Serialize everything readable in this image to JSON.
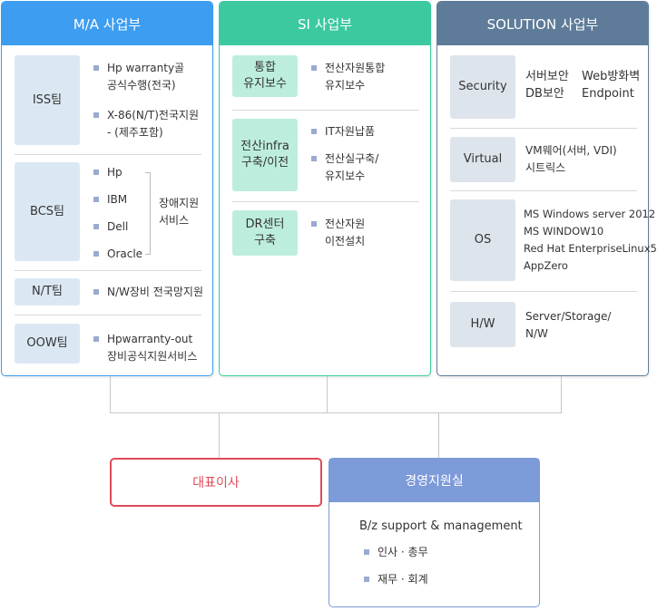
{
  "ma": {
    "title": "M/A 사업부",
    "teams": {
      "iss": {
        "label": "ISS팀",
        "items": [
          [
            "Hp warranty골",
            "공식수행(전국)"
          ],
          [
            "X-86(N/T)전국지원",
            "- (제주포함)"
          ]
        ]
      },
      "bcs": {
        "label": "BCS팀",
        "items": [
          "Hp",
          "IBM",
          "Dell",
          "Oracle"
        ],
        "group_label": [
          "장애지원",
          "서비스"
        ]
      },
      "nt": {
        "label": "N/T팀",
        "items": [
          "N/W장비 전국망지원"
        ]
      },
      "oow": {
        "label": "OOW팀",
        "items": [
          [
            "Hpwarranty-out",
            "장비공식지원서비스"
          ]
        ]
      }
    }
  },
  "si": {
    "title": "SI 사업부",
    "groups": [
      {
        "label": [
          "통합",
          "유지보수"
        ],
        "items": [
          [
            "전산자원통합",
            "유지보수"
          ]
        ]
      },
      {
        "label": [
          "전산infra",
          "구축/이전"
        ],
        "items": [
          [
            "IT자원납품"
          ],
          [
            "전산실구축/",
            "유지보수"
          ]
        ]
      },
      {
        "label": [
          "DR센터",
          "구축"
        ],
        "items": [
          [
            "전산자원",
            "이전설치"
          ]
        ]
      }
    ]
  },
  "solution": {
    "title": "SOLUTION 사업부",
    "groups": [
      {
        "label": "Security",
        "col1": [
          "서버보안",
          "DB보안"
        ],
        "col2": [
          "Web방화벽",
          "Endpoint"
        ]
      },
      {
        "label": "Virtual",
        "lines": [
          "VM웨어(서버, VDI)",
          "시트릭스"
        ]
      },
      {
        "label": "OS",
        "lines": [
          "MS Windows server 2012",
          "MS WINDOW10",
          "Red Hat EnterpriseLinux5",
          "AppZero"
        ]
      },
      {
        "label": "H/W",
        "lines": [
          "Server/Storage/",
          "N/W"
        ]
      }
    ]
  },
  "ceo": {
    "label": "대표이사"
  },
  "mgmt": {
    "title": "경영지원실",
    "subtitle": "B/z support & management",
    "items": [
      "인사 · 총무",
      "재무 · 회계"
    ]
  },
  "colors": {
    "ma_header": "#3d9df0",
    "si_header": "#3cc9a0",
    "solution_header": "#5e7c99",
    "ma_tag": "#dbe8f4",
    "si_tag": "#bdeedd",
    "solution_tag": "#dde4ec",
    "ceo": "#e04a5a",
    "mgmt_header": "#7d9ad9"
  }
}
